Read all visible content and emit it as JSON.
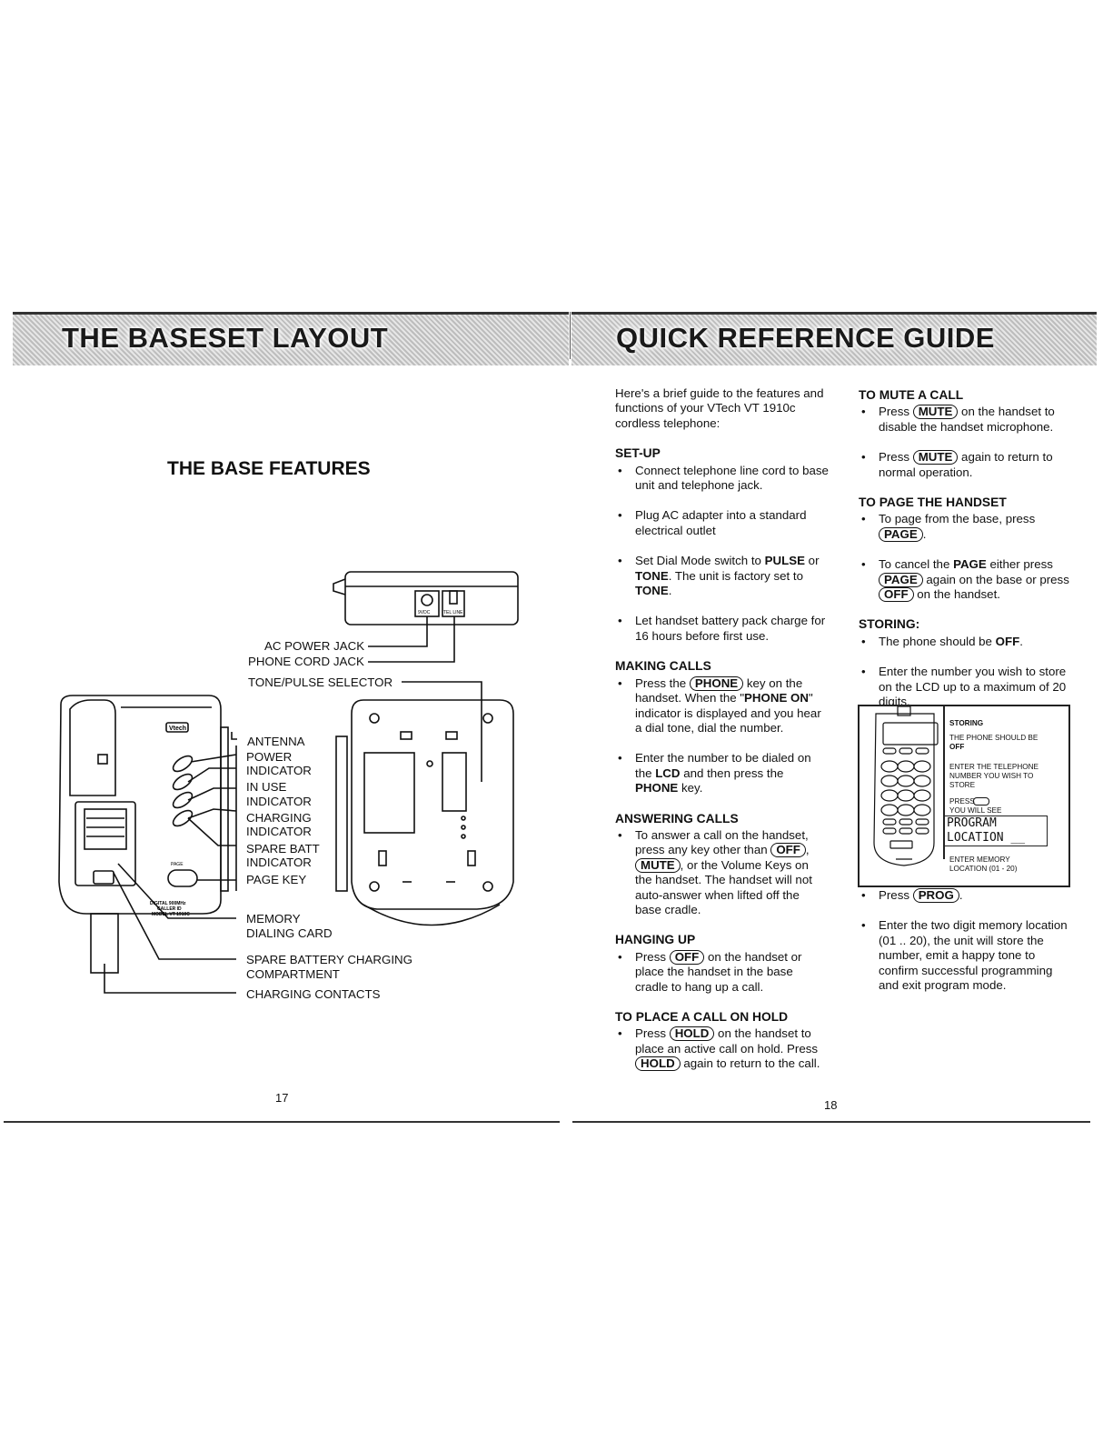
{
  "left_page": {
    "header": "THE BASESET LAYOUT",
    "section_title": "THE BASE FEATURES",
    "page_number": "17",
    "top_labels": {
      "ac_power_jack": "AC POWER JACK",
      "phone_cord_jack": "PHONE CORD JACK",
      "tone_pulse_selector": "TONE/PULSE SELECTOR",
      "dc_label": "9VDC",
      "tel_line_label": "TEL LINE"
    },
    "side_labels": {
      "antenna": "ANTENNA",
      "power": "POWER",
      "power_sub": "INDICATOR",
      "in_use": "IN USE",
      "in_use_sub": "INDICATOR",
      "charging": "CHARGING",
      "charging_sub": "INDICATOR",
      "spare_batt": "SPARE BATT",
      "spare_batt_sub": "INDICATOR",
      "page_key": "PAGE KEY",
      "memory": "MEMORY",
      "memory_sub": "DIALING CARD",
      "spare_battery": "SPARE BATTERY CHARGING",
      "spare_battery_sub": "COMPARTMENT",
      "charging_contacts": "CHARGING CONTACTS"
    },
    "device_text": {
      "brand": "Vtech",
      "page_small": "PAGE",
      "model_line1": "DIGITAL 900MHz",
      "model_line2": "CALLER ID",
      "model_line3": "MODEL VT 1910C"
    }
  },
  "right_page": {
    "header": "QUICK REFERENCE GUIDE",
    "page_number": "18",
    "intro": "Here's a brief guide to the features and functions of your VTech VT 1910c cordless telephone:",
    "setup": {
      "heading": "SET-UP",
      "b1": "Connect telephone line cord to base unit and telephone jack.",
      "b2": "Plug AC adapter into a standard electrical outlet",
      "b3_a": "Set Dial Mode switch to ",
      "b3_pulse": "PULSE",
      "b3_b": " or ",
      "b3_tone": "TONE",
      "b3_c": ". The unit is factory set to ",
      "b3_tone2": "TONE",
      "b3_d": ".",
      "b4": "Let handset battery pack charge for 16 hours before first use."
    },
    "making": {
      "heading": "MAKING CALLS",
      "b1_a": "Press the ",
      "b1_key": "PHONE",
      "b1_b": " key on the handset. When the \"",
      "b1_bold": "PHONE ON",
      "b1_c": "\" indicator is displayed and you hear a dial tone, dial the number.",
      "b2_a": "Enter the number to be dialed on the ",
      "b2_lcd": "LCD",
      "b2_b": " and then press the ",
      "b2_phone": "PHONE",
      "b2_c": " key."
    },
    "answering": {
      "heading": "ANSWERING CALLS",
      "b1_a": "To answer a call on the handset, press any key other than ",
      "b1_off": "OFF",
      "b1_b": ", ",
      "b1_mute": "MUTE",
      "b1_c": ", or the Volume Keys on the handset. The handset will not auto-answer when lifted off the base cradle."
    },
    "hanging": {
      "heading": "HANGING UP",
      "b1_a": "Press ",
      "b1_key": "OFF",
      "b1_b": " on the handset or place the handset in the base cradle to hang up a call."
    },
    "hold": {
      "heading": "TO PLACE A CALL ON HOLD",
      "b1_a": "Press ",
      "b1_key": "HOLD",
      "b1_b": " on the handset to place an active call on hold. Press ",
      "b1_key2": "HOLD",
      "b1_c": " again to return to the call."
    },
    "mute": {
      "heading": "TO MUTE A CALL",
      "b1_a": "Press ",
      "b1_key": "MUTE",
      "b1_b": " on the handset to disable the handset microphone.",
      "b2_a": "Press ",
      "b2_key": "MUTE",
      "b2_b": " again to return to normal operation."
    },
    "page": {
      "heading": "TO PAGE THE HANDSET",
      "b1_a": "To page from the base, press ",
      "b1_key": "PAGE",
      "b1_b": ".",
      "b2_a": "To cancel the ",
      "b2_bold": "PAGE",
      "b2_b": " either press ",
      "b2_key": "PAGE",
      "b2_c": " again on the base or press ",
      "b2_key2": "OFF",
      "b2_d": " on the handset."
    },
    "storing": {
      "heading": "STORING:",
      "b1_a": "The phone should be ",
      "b1_bold": "OFF",
      "b1_b": ".",
      "b2": "Enter the number you wish to store on the LCD up to a maximum of 20 digits.",
      "box": {
        "t1": "STORING",
        "t2": "THE PHONE SHOULD BE",
        "t2b": "OFF",
        "t3": "ENTER THE TELEPHONE",
        "t3b": "NUMBER YOU WISH TO",
        "t3c": "STORE",
        "t4": "PRESS",
        "t4b": "YOU WILL SEE",
        "lcd1": "PROGRAM",
        "lcd2": "LOCATION __",
        "t5": "ENTER MEMORY",
        "t5b": "LOCATION (01 - 20)"
      },
      "b3_a": "Press ",
      "b3_key": "PROG",
      "b3_b": ".",
      "b4": "Enter the two digit memory location (01 .. 20), the unit will store the number, emit a happy tone to confirm successful programming and exit program mode."
    }
  }
}
